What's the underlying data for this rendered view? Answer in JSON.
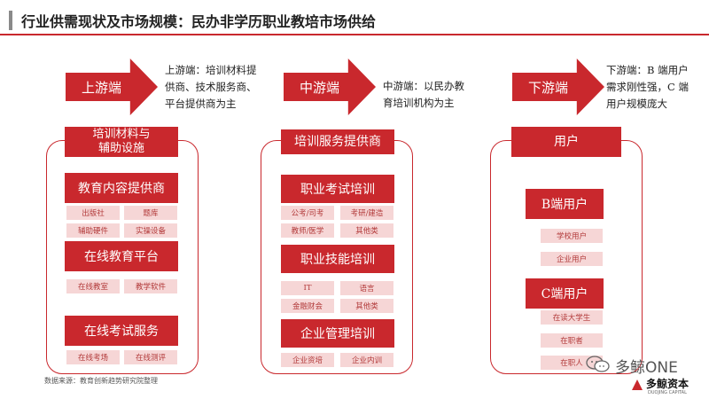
{
  "title": "行业供需现状及市场规模：民办非学历职业教培市场供给",
  "upstream": {
    "arrow_label": "上游端",
    "desc": [
      "上游端：培训材料提",
      "供商、技术服务商、",
      "平台提供商为主"
    ],
    "header": [
      "培训材料与",
      "辅助设施"
    ],
    "sections": [
      {
        "title": "教育内容提供商",
        "items": [
          "出版社",
          "题库",
          "辅助硬件",
          "实操设备"
        ]
      },
      {
        "title": "在线教育平台",
        "items": [
          "在线教室",
          "教学软件"
        ]
      },
      {
        "title": "在线考试服务",
        "items": [
          "在线考场",
          "在线测评"
        ]
      }
    ]
  },
  "midstream": {
    "arrow_label": "中游端",
    "desc": [
      "中游端：以民办教",
      "育培训机构为主"
    ],
    "header": "培训服务提供商",
    "sections": [
      {
        "title": "职业考试培训",
        "items": [
          "公考/司考",
          "考研/建造",
          "教师/医学",
          "其他类"
        ]
      },
      {
        "title": "职业技能培训",
        "items": [
          "IT",
          "语言",
          "金融财会",
          "其他类"
        ]
      },
      {
        "title": "企业管理培训",
        "items": [
          "企业资培",
          "企业内训"
        ]
      }
    ]
  },
  "downstream": {
    "arrow_label": "下游端",
    "desc": [
      "下游端：B 端用户",
      "需求刚性强，C 端",
      "用户规模庞大"
    ],
    "header": "用户",
    "sections": [
      {
        "title": "B端用户",
        "items": [
          "学校用户",
          "企业用户"
        ]
      },
      {
        "title": "C端用户",
        "items": [
          "在读大学生",
          "在职者",
          "在职人"
        ]
      }
    ]
  },
  "footnote": "数据来源：教育创新趋势研究院整理",
  "watermark": {
    "text": "多鲸ONE",
    "brand": "多鲸资本",
    "brand_en": "DUOJING CAPITAL"
  },
  "colors": {
    "accent": "#c9282d",
    "pink": "#f6d6d6"
  }
}
